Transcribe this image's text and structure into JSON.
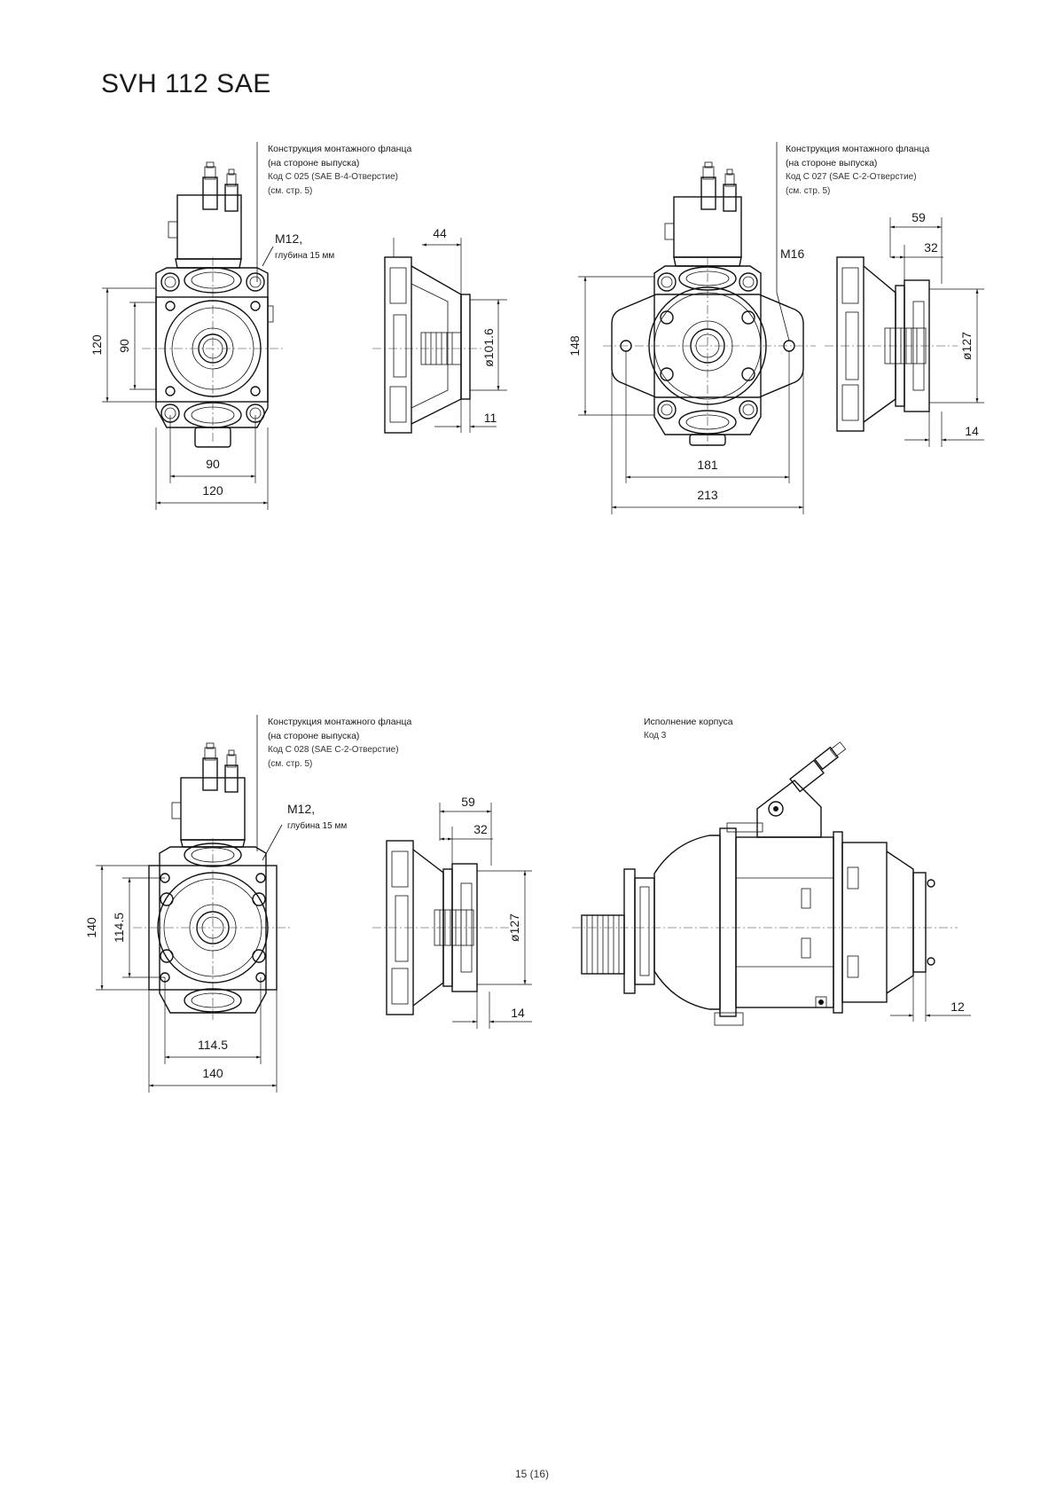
{
  "title": "SVH 112 SAE",
  "notes": {
    "view1": {
      "line1": "Конструкция монтажного фланца",
      "line2": "(на стороне выпуска)",
      "line3": "Код C 025 (SAE B-4-Отверстие)",
      "line4": "(см. стр. 5)"
    },
    "view2": {
      "line1": "Конструкция монтажного фланца",
      "line2": "(на стороне выпуска)",
      "line3": "Код C 027 (SAE C-2-Отверстие)",
      "line4": "(см. стр. 5)"
    },
    "view3": {
      "line1": "Конструкция монтажного фланца",
      "line2": "(на стороне выпуска)",
      "line3": "Код C 028 (SAE C-2-Отверстие)",
      "line4": "(см. стр. 5)"
    },
    "view4": {
      "line1": "Исполнение корпуса",
      "line2": "Код 3"
    }
  },
  "dims": {
    "v1": {
      "w_inner": "90",
      "w_outer": "120",
      "h_inner": "90",
      "h_outer": "120",
      "thread": "M12,",
      "thread_depth": "глубина 15 мм"
    },
    "s1": {
      "len": "44",
      "dia": "ø101.6",
      "pilot": "11"
    },
    "v2": {
      "w_inner": "181",
      "w_outer": "213",
      "h": "148",
      "thread": "M16"
    },
    "s2": {
      "len_outer": "59",
      "len_inner": "32",
      "dia": "ø127",
      "pilot": "14"
    },
    "v3": {
      "w_inner": "114.5",
      "w_outer": "140",
      "h_inner": "114.5",
      "h_outer": "140",
      "thread": "M12,",
      "thread_depth": "глубина 15 мм"
    },
    "s3": {
      "len_outer": "59",
      "len_inner": "32",
      "dia": "ø127",
      "pilot": "14"
    },
    "s4": {
      "flange": "12"
    }
  },
  "page_number": "15 (16)"
}
